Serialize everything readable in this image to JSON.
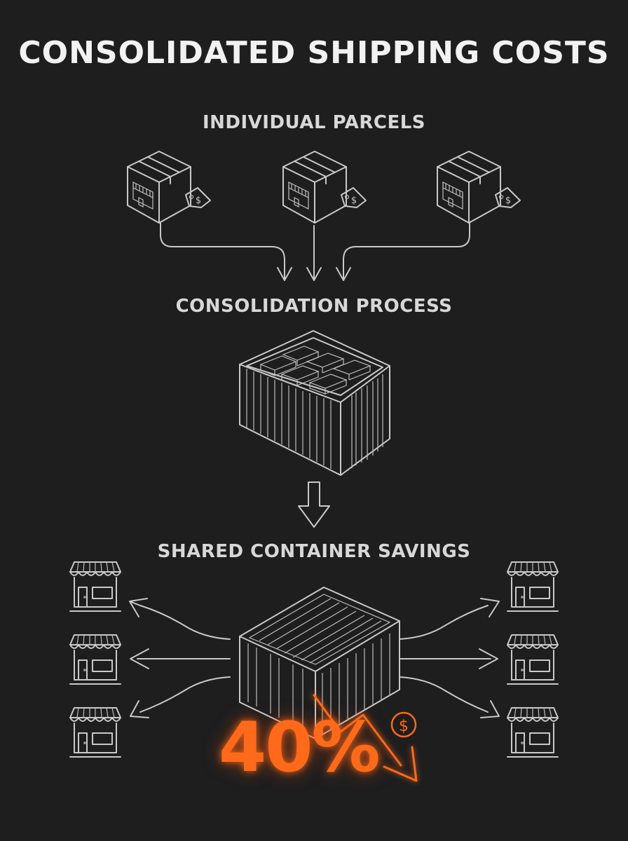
{
  "title": "CONSOLIDATED SHIPPING COSTS",
  "stages": {
    "parcels": "INDIVIDUAL PARCELS",
    "consolidation": "CONSOLIDATION PROCESS",
    "shared": "SHARED CONTAINER SAVINGS"
  },
  "savings": {
    "percent": "40%",
    "currency_symbol": "$"
  },
  "colors": {
    "background": "#1e1e1f",
    "line": "#c9c9c9",
    "accent": "#ff6a1a"
  },
  "icons": [
    "parcel-box-icon",
    "price-tag-icon",
    "shipping-container-icon",
    "storefront-icon",
    "dollar-coin-icon",
    "down-trend-arrow-icon"
  ]
}
